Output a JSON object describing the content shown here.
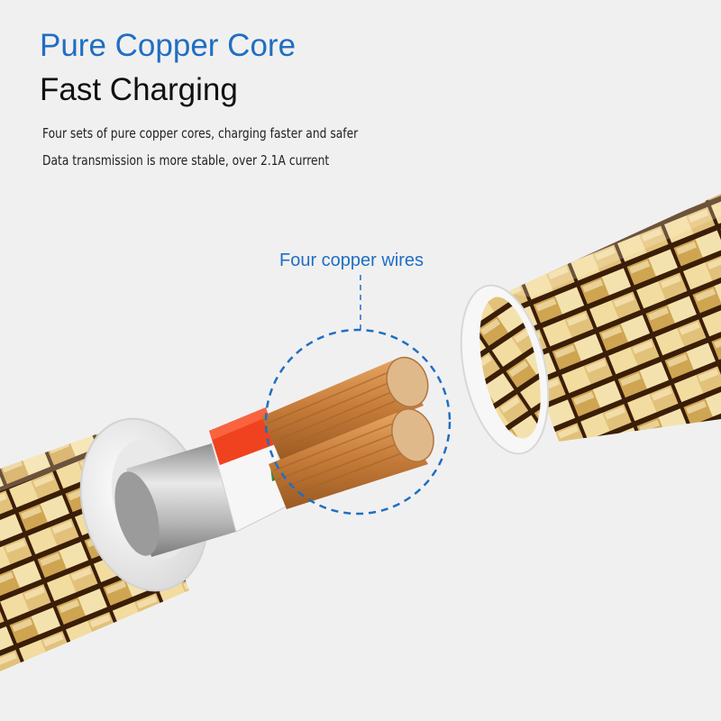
{
  "heading": {
    "title": "Pure Copper Core",
    "subtitle": "Fast Charging"
  },
  "description": {
    "line1": "Four sets of pure copper cores, charging faster and safer",
    "line2": "Data transmission is more stable, over 2.1A current"
  },
  "callout": {
    "label": "Four copper wires"
  },
  "colors": {
    "accent": "#1f6fc2",
    "background": "#f1f0f1",
    "braid_gold": "#d8b462",
    "braid_dark": "#3a1e08",
    "insulation_red": "#f0421e",
    "copper": "#c9813f"
  }
}
